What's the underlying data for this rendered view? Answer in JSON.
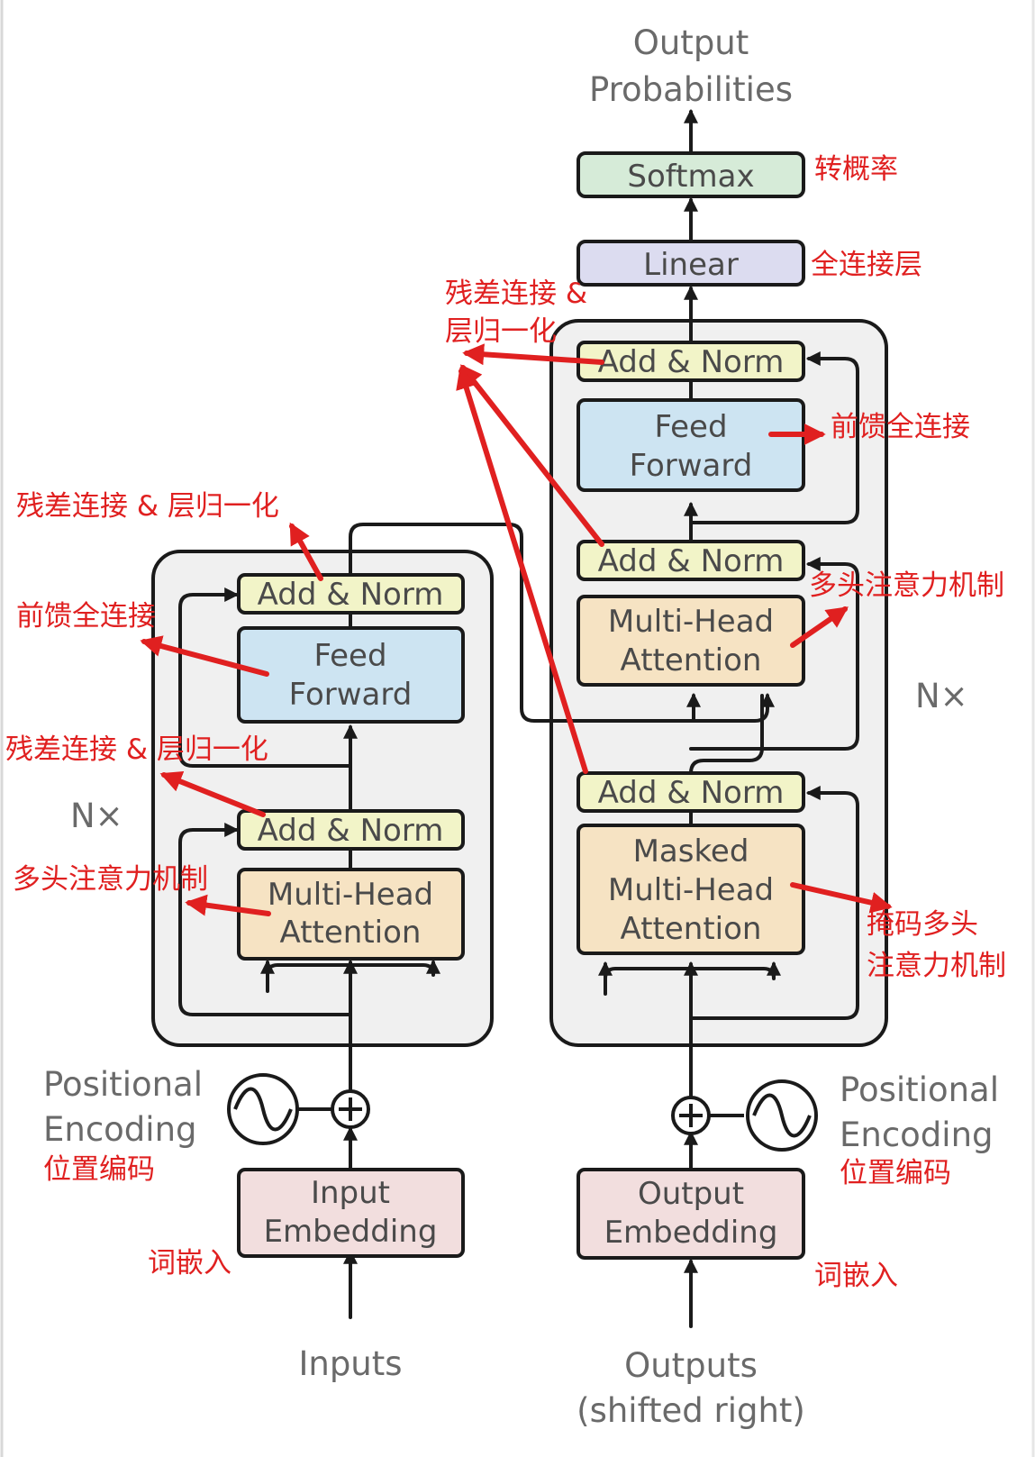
{
  "blocks": {
    "enc_add_norm_top": "Add & Norm",
    "enc_feed_forward": [
      "Feed",
      "Forward"
    ],
    "enc_add_norm_bottom": "Add & Norm",
    "enc_multi_head": [
      "Multi-Head",
      "Attention"
    ],
    "input_embedding": [
      "Input",
      "Embedding"
    ],
    "dec_add_norm_top": "Add & Norm",
    "dec_feed_forward": [
      "Feed",
      "Forward"
    ],
    "dec_add_norm_mid": "Add & Norm",
    "dec_multi_head": [
      "Multi-Head",
      "Attention"
    ],
    "dec_add_norm_bottom": "Add & Norm",
    "dec_masked_multi_head": [
      "Masked",
      "Multi-Head",
      "Attention"
    ],
    "output_embedding": [
      "Output",
      "Embedding"
    ],
    "linear": "Linear",
    "softmax": "Softmax"
  },
  "labels": {
    "output_probabilities": [
      "Output",
      "Probabilities"
    ],
    "encoder_nx": "N×",
    "decoder_nx": "N×",
    "positional_encoding_left": [
      "Positional",
      "Encoding"
    ],
    "positional_encoding_right": [
      "Positional",
      "Encoding"
    ],
    "inputs": "Inputs",
    "outputs": [
      "Outputs",
      "(shifted right)"
    ]
  },
  "annotations": {
    "softmax": "转概率",
    "linear": "全连接层",
    "dec_add_norm_top": [
      "残差连接 &",
      "层归一化"
    ],
    "dec_feed_forward": "前馈全连接",
    "dec_multi_head": "多头注意力机制",
    "dec_masked": [
      "掩码多头",
      "注意力机制"
    ],
    "enc_add_norm_top": "残差连接 & 层归一化",
    "enc_feed_forward": "前馈全连接",
    "enc_add_norm_bottom": "残差连接 & 层归一化",
    "enc_multi_head": "多头注意力机制",
    "pos_enc_left": "位置编码",
    "pos_enc_right": "位置编码",
    "input_embedding": "词嵌入",
    "output_embedding": "词嵌入"
  },
  "colors": {
    "add_norm": "#f2f4c8",
    "feed_forward": "#cde4f2",
    "attention": "#f6e3c3",
    "embedding": "#f2dede",
    "linear": "#dcdcf0",
    "softmax": "#d6ebd8",
    "stack_bg": "#f0f0f0",
    "annotation": "#e02020"
  }
}
